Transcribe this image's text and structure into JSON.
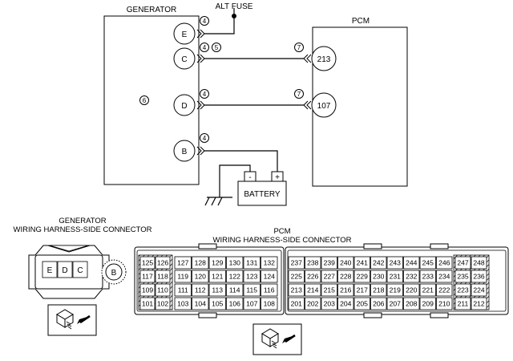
{
  "schematic": {
    "generator_label": "GENERATOR",
    "pcm_label": "PCM",
    "fuse_label": "ALT FUSE",
    "battery_label": "BATTERY",
    "battery_neg": "-",
    "battery_pos": "+",
    "generator_terminals": [
      "E",
      "C",
      "D",
      "B"
    ],
    "pcm_terminals": [
      "213",
      "107"
    ],
    "callouts": {
      "e_wire": "4",
      "c_wire_a": "4",
      "c_wire_b": "5",
      "d_wire": "4",
      "b_wire": "4",
      "gen_body": "6",
      "pcm_213": "7",
      "pcm_107": "7"
    }
  },
  "generator_connector": {
    "title_line1": "GENERATOR",
    "title_line2": "WIRING HARNESS-SIDE CONNECTOR",
    "pins": [
      "E",
      "D",
      "C"
    ],
    "round_pin": "B"
  },
  "pcm_connector": {
    "title_line1": "PCM",
    "title_line2": "WIRING HARNESS-SIDE CONNECTOR",
    "left_block": {
      "hatched": [
        [
          "125",
          "126"
        ],
        [
          "117",
          "118"
        ],
        [
          "109",
          "110"
        ],
        [
          "101",
          "102"
        ]
      ],
      "rows": [
        [
          "127",
          "128",
          "129",
          "130",
          "131",
          "132"
        ],
        [
          "119",
          "120",
          "121",
          "122",
          "123",
          "124"
        ],
        [
          "111",
          "112",
          "113",
          "114",
          "115",
          "116"
        ],
        [
          "103",
          "104",
          "105",
          "106",
          "107",
          "108"
        ]
      ]
    },
    "right_block": {
      "rows": [
        [
          "237",
          "238",
          "239",
          "240",
          "241",
          "242",
          "243",
          "244",
          "245",
          "246"
        ],
        [
          "225",
          "226",
          "227",
          "228",
          "229",
          "230",
          "231",
          "232",
          "233",
          "234"
        ],
        [
          "213",
          "214",
          "215",
          "216",
          "217",
          "218",
          "219",
          "220",
          "221",
          "222"
        ],
        [
          "201",
          "202",
          "203",
          "204",
          "205",
          "206",
          "207",
          "208",
          "209",
          "210"
        ]
      ],
      "hatched": [
        [
          "247",
          "248"
        ],
        [
          "235",
          "236"
        ],
        [
          "223",
          "224"
        ],
        [
          "211",
          "212"
        ]
      ]
    }
  }
}
